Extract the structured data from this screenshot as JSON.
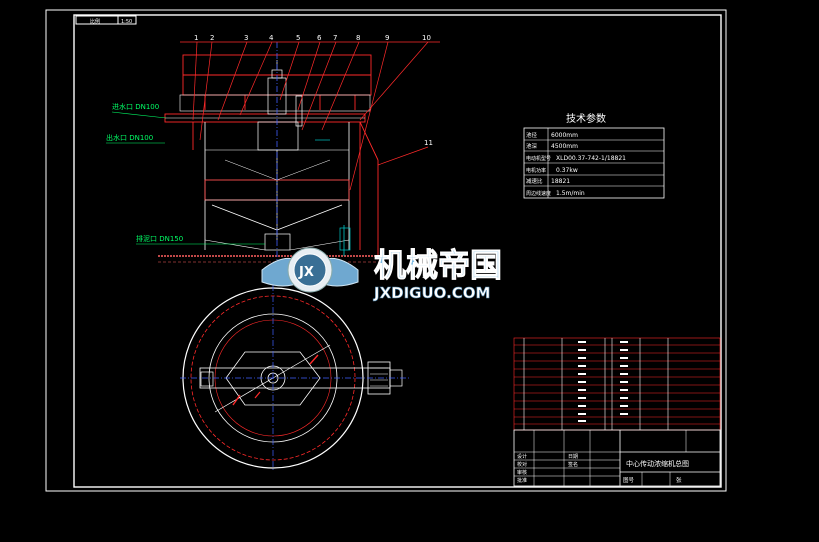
{
  "part_numbers": [
    "1",
    "2",
    "3",
    "4",
    "5",
    "6",
    "7",
    "8",
    "9",
    "10",
    "11"
  ],
  "labels": {
    "inlet": "进水口 DN100",
    "outlet": "出水口 DN100",
    "drain": "排泥口 DN150"
  },
  "tech_params": {
    "title": "技术参数",
    "rows": [
      {
        "name": "池径",
        "value": "6000mm"
      },
      {
        "name": "池深",
        "value": "4500mm"
      },
      {
        "name": "电动机型号",
        "value": "XLD00.37-742-1/18821"
      },
      {
        "name": "电机功率",
        "value": "0.37kw"
      },
      {
        "name": "减速比",
        "value": "18821"
      },
      {
        "name": "周边线速度",
        "value": "1.5m/min"
      }
    ]
  },
  "watermark": {
    "brand_cn": "机械帝国",
    "brand_en": "JXDIGUO.COM",
    "emblem": "JX"
  },
  "title_block": {
    "drawing_title": "中心传动浓缩机总图",
    "top_left_tab": "比例",
    "top_right_tab": "1:50",
    "sheet_label": "图号",
    "num_label": "张",
    "sign_rows": [
      "设计",
      "校对",
      "审核",
      "批准"
    ],
    "sign_cols": [
      "日期",
      "签名"
    ]
  },
  "colors": {
    "frame": "#ffffff",
    "lines": "#ff2020",
    "centerline": "#5060ff",
    "dims": "#00c8c8",
    "text": "#ffffff",
    "accent": "#00ff66",
    "watermark": "#7ab8e0"
  }
}
